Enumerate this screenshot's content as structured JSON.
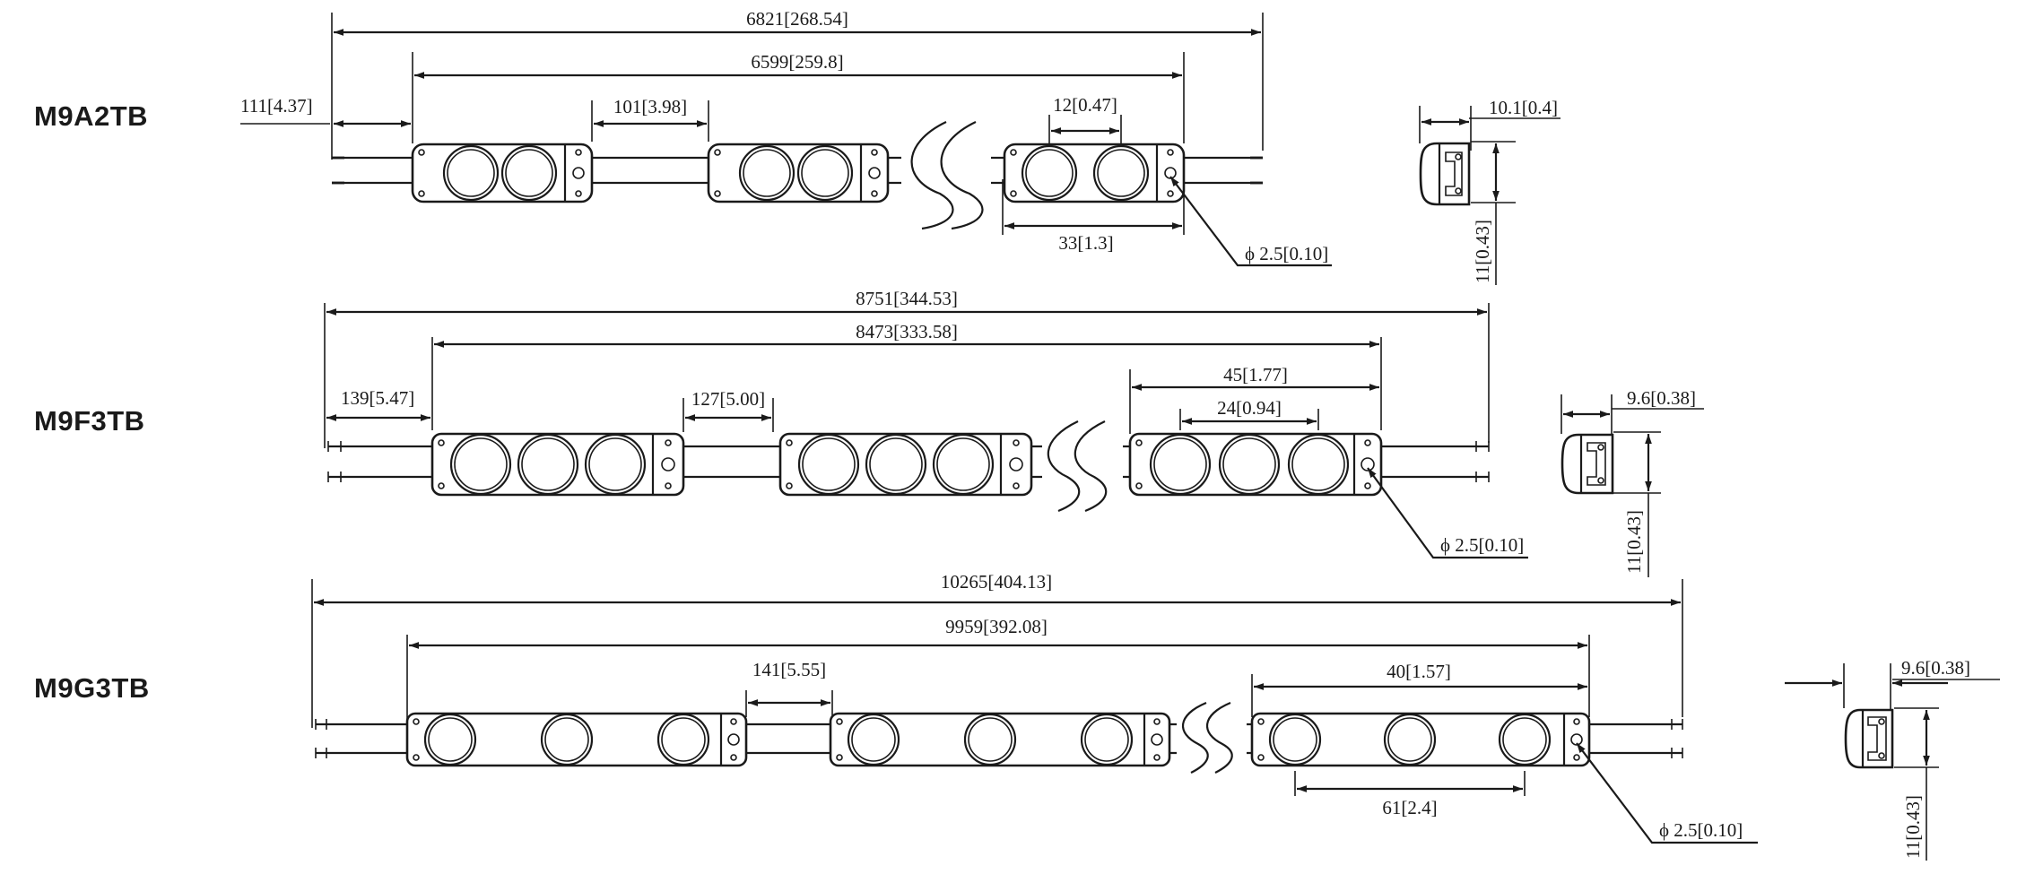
{
  "models": {
    "a": {
      "name": "M9A2TB",
      "dims": {
        "total": "6821[268.54]",
        "pitch_span": "6599[259.8]",
        "lead": "111[4.37]",
        "gap": "101[3.98]",
        "lens_pitch": "12[0.47]",
        "module_length": "33[1.3]",
        "hole": "ϕ 2.5[0.10]",
        "side_depth": "10.1[0.4]",
        "side_height": "11[0.43]"
      }
    },
    "f": {
      "name": "M9F3TB",
      "dims": {
        "total": "8751[344.53]",
        "pitch_span": "8473[333.58]",
        "lead": "139[5.47]",
        "gap": "127[5.00]",
        "module_length": "45[1.77]",
        "lens_pitch": "24[0.94]",
        "hole": "ϕ 2.5[0.10]",
        "side_depth": "9.6[0.38]",
        "side_height": "11[0.43]"
      }
    },
    "g": {
      "name": "M9G3TB",
      "dims": {
        "total": "10265[404.13]",
        "pitch_span": "9959[392.08]",
        "gap": "141[5.55]",
        "module_length": "40[1.57]",
        "lens_pitch": "61[2.4]",
        "hole": "ϕ 2.5[0.10]",
        "side_depth": "9.6[0.38]",
        "side_height": "11[0.43]"
      }
    }
  },
  "icons": {
    "arrow": "arrowhead-icon",
    "break": "wave-break-icon"
  }
}
